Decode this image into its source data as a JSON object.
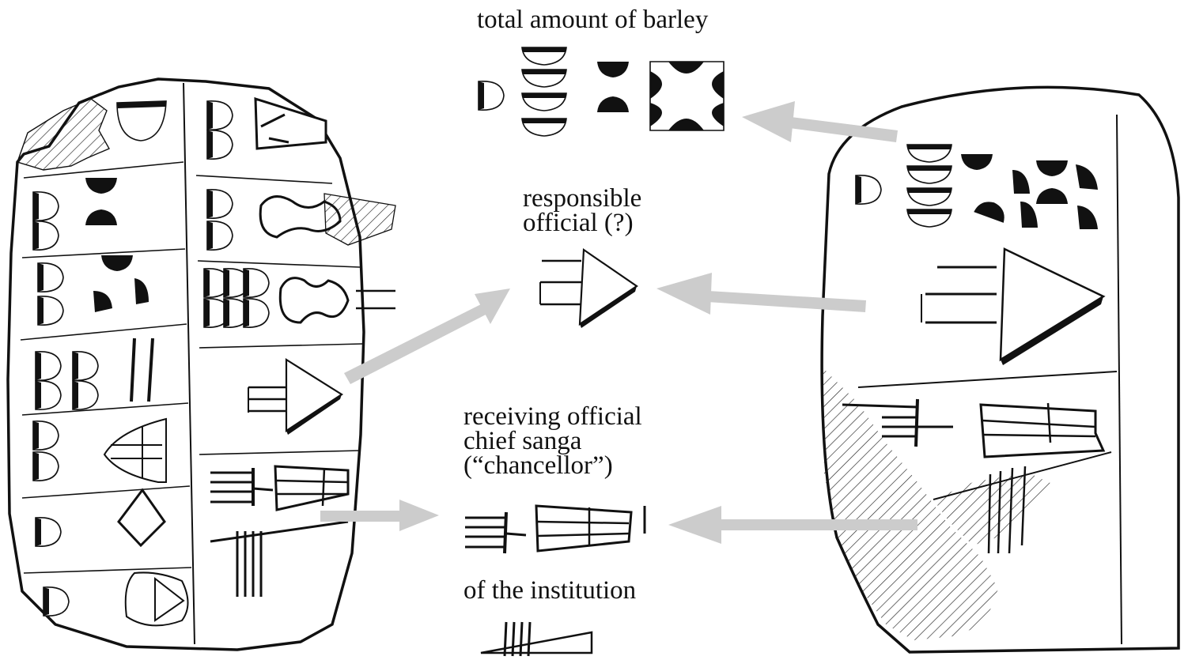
{
  "labels": {
    "total_barley": "total amount of barley",
    "responsible_line1": "responsible",
    "responsible_line2": "official (?)",
    "receiving_line1": "receiving official",
    "receiving_line2": "chief sanga",
    "receiving_line3": "(“chancellor”)",
    "institution": "of the institution"
  },
  "colors": {
    "ink": "#111111",
    "arrow": "#cccccc",
    "background": "#ffffff"
  },
  "icons": [
    "clay-tablet-obverse",
    "clay-tablet-reverse",
    "cuneiform-numeral-signs",
    "cuneiform-official-sign",
    "cuneiform-sanga-sign",
    "cuneiform-institution-sign",
    "pointer-arrow"
  ]
}
